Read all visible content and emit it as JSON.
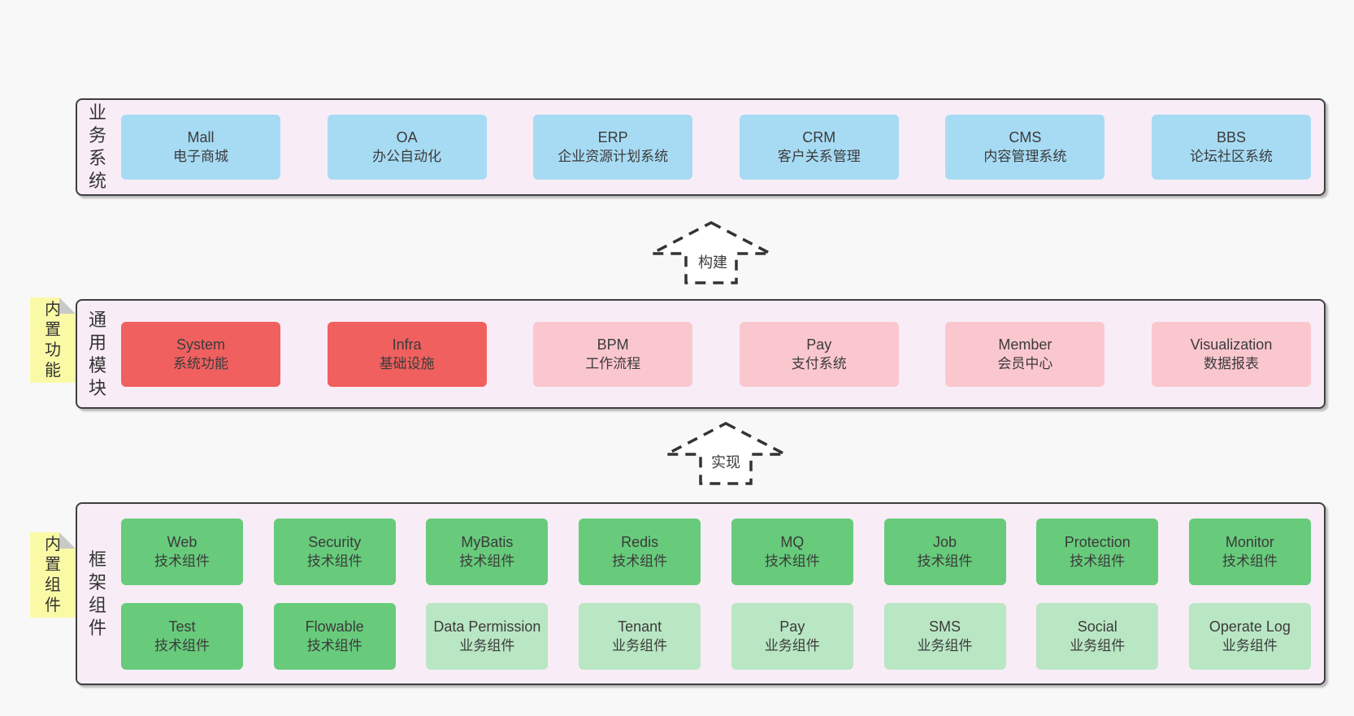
{
  "diagram": {
    "colors": {
      "blue": "#a7dbf4",
      "red": "#f0605f",
      "pink": "#fbc7cf",
      "green": "#67cb7b",
      "lightgreen": "#b9e6c3",
      "panel_background": "#f8edf6",
      "note_yellow": "#fafaa6"
    },
    "layers": {
      "business": {
        "side_label": "业务系统",
        "rows": [
          [
            {
              "name": "Mall",
              "desc": "电子商城",
              "variant": "blue"
            },
            {
              "name": "OA",
              "desc": "办公自动化",
              "variant": "blue"
            },
            {
              "name": "ERP",
              "desc": "企业资源计划系统",
              "variant": "blue"
            },
            {
              "name": "CRM",
              "desc": "客户关系管理",
              "variant": "blue"
            },
            {
              "name": "CMS",
              "desc": "内容管理系统",
              "variant": "blue"
            },
            {
              "name": "BBS",
              "desc": "论坛社区系统",
              "variant": "blue"
            }
          ]
        ]
      },
      "modules": {
        "side_label": "通用模块",
        "note_label": "内置功能",
        "rows": [
          [
            {
              "name": "System",
              "desc": "系统功能",
              "variant": "red"
            },
            {
              "name": "Infra",
              "desc": "基础设施",
              "variant": "red"
            },
            {
              "name": "BPM",
              "desc": "工作流程",
              "variant": "pink"
            },
            {
              "name": "Pay",
              "desc": "支付系统",
              "variant": "pink"
            },
            {
              "name": "Member",
              "desc": "会员中心",
              "variant": "pink"
            },
            {
              "name": "Visualization",
              "desc": "数据报表",
              "variant": "pink"
            }
          ]
        ]
      },
      "components": {
        "side_label": "框架组件",
        "note_label": "内置组件",
        "rows": [
          [
            {
              "name": "Web",
              "desc": "技术组件",
              "variant": "green"
            },
            {
              "name": "Security",
              "desc": "技术组件",
              "variant": "green"
            },
            {
              "name": "MyBatis",
              "desc": "技术组件",
              "variant": "green"
            },
            {
              "name": "Redis",
              "desc": "技术组件",
              "variant": "green"
            },
            {
              "name": "MQ",
              "desc": "技术组件",
              "variant": "green"
            },
            {
              "name": "Job",
              "desc": "技术组件",
              "variant": "green"
            },
            {
              "name": "Protection",
              "desc": "技术组件",
              "variant": "green"
            },
            {
              "name": "Monitor",
              "desc": "技术组件",
              "variant": "green"
            }
          ],
          [
            {
              "name": "Test",
              "desc": "技术组件",
              "variant": "green"
            },
            {
              "name": "Flowable",
              "desc": "技术组件",
              "variant": "green"
            },
            {
              "name": "Data Permission",
              "desc": "业务组件",
              "variant": "lightgreen"
            },
            {
              "name": "Tenant",
              "desc": "业务组件",
              "variant": "lightgreen"
            },
            {
              "name": "Pay",
              "desc": "业务组件",
              "variant": "lightgreen"
            },
            {
              "name": "SMS",
              "desc": "业务组件",
              "variant": "lightgreen"
            },
            {
              "name": "Social",
              "desc": "业务组件",
              "variant": "lightgreen"
            },
            {
              "name": "Operate Log",
              "desc": "业务组件",
              "variant": "lightgreen"
            }
          ]
        ]
      }
    },
    "arrows": [
      {
        "label": "构建"
      },
      {
        "label": "实现"
      }
    ]
  }
}
